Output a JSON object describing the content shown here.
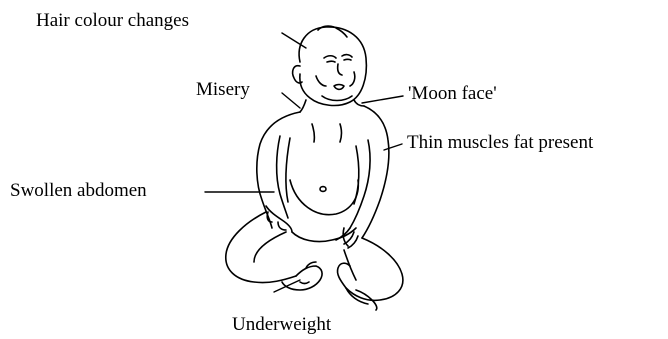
{
  "figure": {
    "labels": {
      "hair": "Hair colour changes",
      "misery": "Misery",
      "moon_face": "'Moon face'",
      "thin_muscles": "Thin muscles fat present",
      "swollen_abdomen": "Swollen abdomen",
      "underweight": "Underweight"
    },
    "colors": {
      "ink": "#000000",
      "background": "#ffffff"
    }
  }
}
